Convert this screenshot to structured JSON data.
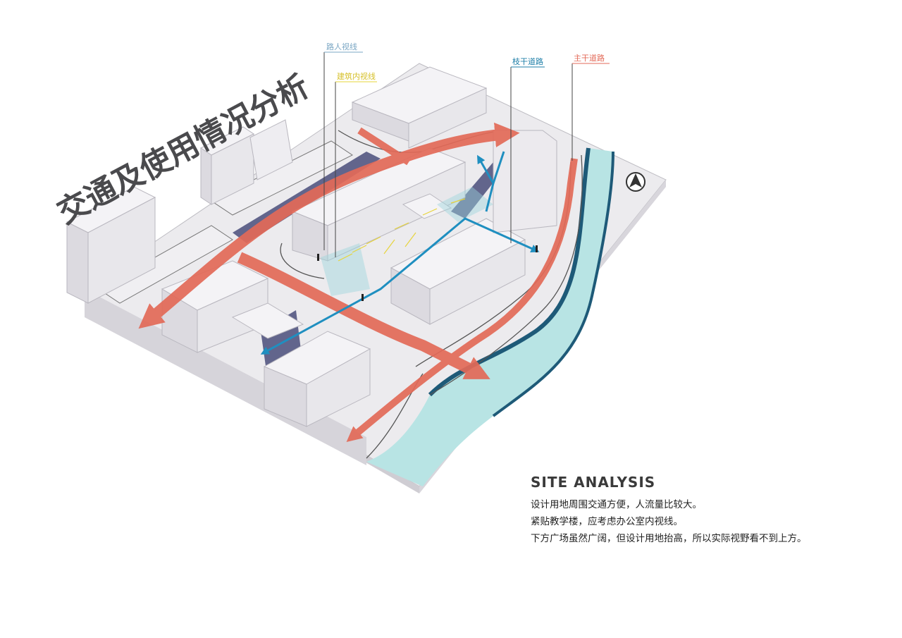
{
  "title": "交通及使用情况分析",
  "legend": {
    "pedestrian_view": {
      "label": "路人视线",
      "color": "#7ba7c4"
    },
    "building_view": {
      "label": "建筑内视线",
      "color": "#e7d43a"
    },
    "branch_road": {
      "label": "枝干道路",
      "color": "#1f7fa8"
    },
    "main_road": {
      "label": "主干道路",
      "color": "#e36a58"
    }
  },
  "analysis": {
    "heading": "SITE ANALYSIS",
    "lines": [
      "设计用地周围交通方便，人流量比较大。",
      "紧贴教学楼，应考虑办公室内视线。",
      "下方广场虽然广阔，但设计用地抬高，所以实际视野看不到上方。"
    ]
  },
  "colors": {
    "ground": "#ecebee",
    "building_top": "#f4f3f6",
    "building_side": "#dcdae0",
    "shadow": "#4a4d7a",
    "water": "#b8e4e4",
    "water_edge": "#1e5a78",
    "main_arrow": "#e36a58",
    "branch_arrow": "#1f8fc0"
  },
  "icons": {
    "north": "north-arrow-icon"
  }
}
